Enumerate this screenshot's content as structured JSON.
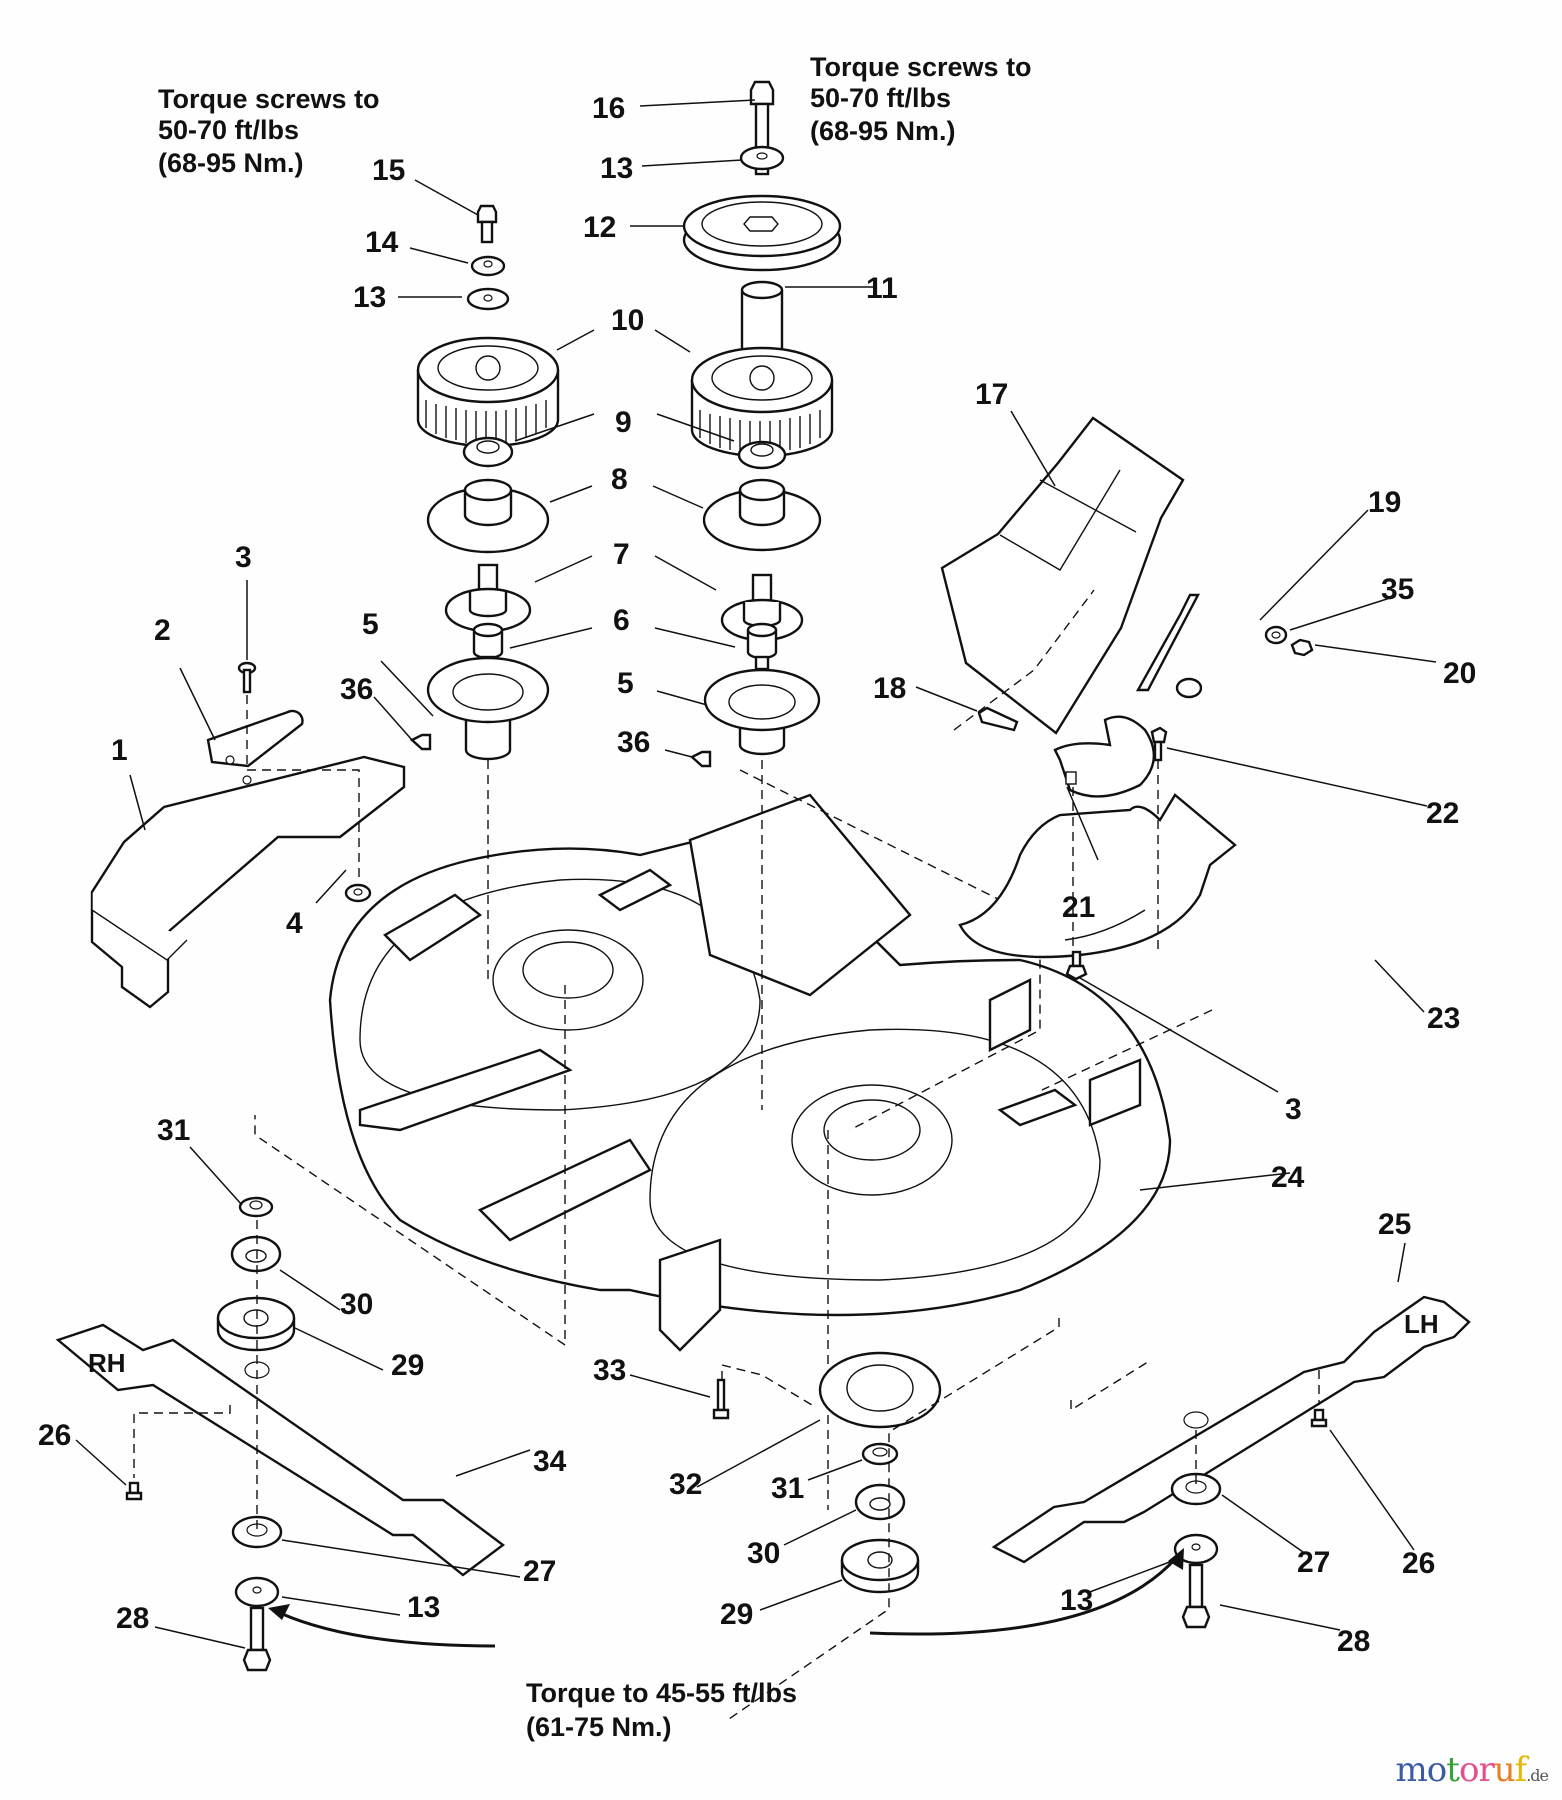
{
  "diagram": {
    "title": "Mower deck exploded parts view",
    "notes": {
      "top_left": [
        "Torque screws to",
        "50-70 ft/lbs",
        "(68-95 Nm.)"
      ],
      "top_right": [
        "Torque screws to",
        "50-70 ft/lbs",
        "(68-95 Nm.)"
      ],
      "bottom": [
        "Torque to 45-55 ft/lbs",
        "(61-75 Nm.)"
      ]
    },
    "blade_tags": {
      "right_hand": "RH",
      "left_hand": "LH"
    },
    "callouts": [
      {
        "id": "c16",
        "label": "16"
      },
      {
        "id": "c13a",
        "label": "13"
      },
      {
        "id": "c12",
        "label": "12"
      },
      {
        "id": "c11",
        "label": "11"
      },
      {
        "id": "c10a",
        "label": "10"
      },
      {
        "id": "c15",
        "label": "15"
      },
      {
        "id": "c14",
        "label": "14"
      },
      {
        "id": "c13b",
        "label": "13"
      },
      {
        "id": "c9",
        "label": "9"
      },
      {
        "id": "c8",
        "label": "8"
      },
      {
        "id": "c7",
        "label": "7"
      },
      {
        "id": "c6",
        "label": "6"
      },
      {
        "id": "c5a",
        "label": "5"
      },
      {
        "id": "c5b",
        "label": "5"
      },
      {
        "id": "c36a",
        "label": "36"
      },
      {
        "id": "c36b",
        "label": "36"
      },
      {
        "id": "c3a",
        "label": "3"
      },
      {
        "id": "c2",
        "label": "2"
      },
      {
        "id": "c1",
        "label": "1"
      },
      {
        "id": "c4",
        "label": "4"
      },
      {
        "id": "c17",
        "label": "17"
      },
      {
        "id": "c19",
        "label": "19"
      },
      {
        "id": "c35",
        "label": "35"
      },
      {
        "id": "c20",
        "label": "20"
      },
      {
        "id": "c18",
        "label": "18"
      },
      {
        "id": "c22",
        "label": "22"
      },
      {
        "id": "c21",
        "label": "21"
      },
      {
        "id": "c23",
        "label": "23"
      },
      {
        "id": "c3b",
        "label": "3"
      },
      {
        "id": "c24",
        "label": "24"
      },
      {
        "id": "c25",
        "label": "25"
      },
      {
        "id": "c31a",
        "label": "31"
      },
      {
        "id": "c30a",
        "label": "30"
      },
      {
        "id": "c29a",
        "label": "29"
      },
      {
        "id": "c26a",
        "label": "26"
      },
      {
        "id": "c34",
        "label": "34"
      },
      {
        "id": "c27a",
        "label": "27"
      },
      {
        "id": "c13c",
        "label": "13"
      },
      {
        "id": "c28a",
        "label": "28"
      },
      {
        "id": "c33",
        "label": "33"
      },
      {
        "id": "c32",
        "label": "32"
      },
      {
        "id": "c31b",
        "label": "31"
      },
      {
        "id": "c30b",
        "label": "30"
      },
      {
        "id": "c29b",
        "label": "29"
      },
      {
        "id": "c27b",
        "label": "27"
      },
      {
        "id": "c26b",
        "label": "26"
      },
      {
        "id": "c13d",
        "label": "13"
      },
      {
        "id": "c28b",
        "label": "28"
      }
    ]
  },
  "watermark": {
    "letters": [
      "m",
      "o",
      "t",
      "o",
      "r",
      "u",
      "f"
    ],
    "letter_colors": [
      "#3b5ba5",
      "#3b5ba5",
      "#3aa13a",
      "#e2508c",
      "#e2508c",
      "#e67e22",
      "#e6b800"
    ],
    "suffix": ".de"
  }
}
